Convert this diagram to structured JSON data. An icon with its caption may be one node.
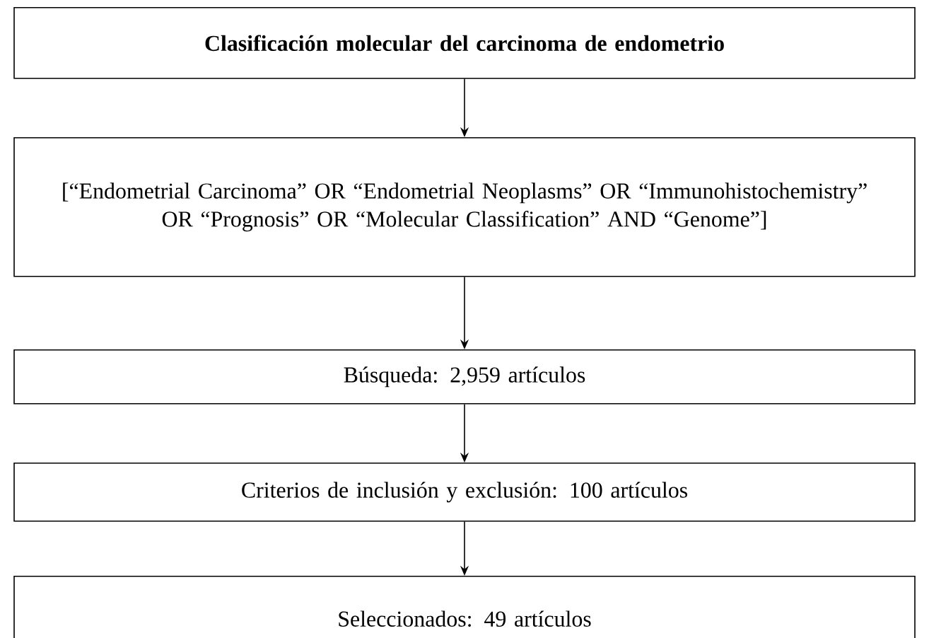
{
  "diagram": {
    "nodes": [
      {
        "text": [
          "Clasificación molecular del carcinoma de endometrio"
        ]
      },
      {
        "text": [
          "[“Endometrial Carcinoma” OR “Endometrial Neoplasms” OR “Immunohistochemistry” OR “Prognosis” OR “Molecular Classification”  AND “Genome”]"
        ]
      },
      {
        "text": [
          "Búsqueda: 2,959 artículos"
        ]
      },
      {
        "text": [
          "Criterios de inclusión y exclusión: 100 artículos"
        ]
      },
      {
        "text": [
          "Seleccionados: 49 artículos"
        ]
      }
    ],
    "edges": [
      {
        "from": 0,
        "to": 1,
        "arrow": "to"
      },
      {
        "from": 1,
        "to": 2,
        "arrow": "to"
      },
      {
        "from": 2,
        "to": 3,
        "arrow": "to"
      },
      {
        "from": 3,
        "to": 4,
        "arrow": "to"
      }
    ]
  }
}
